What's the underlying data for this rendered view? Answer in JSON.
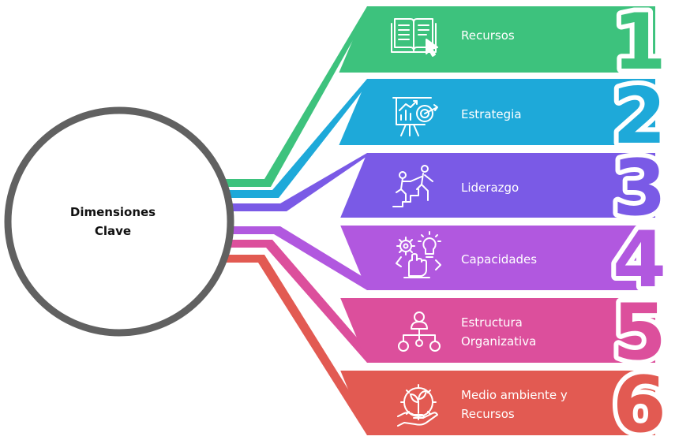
{
  "center": {
    "lines": [
      "Dimensiones",
      "Clave"
    ]
  },
  "items": [
    {
      "number": "1",
      "label_lines": [
        "Recursos"
      ],
      "color": "#3dc27d",
      "icon": "book-cursor-icon"
    },
    {
      "number": "2",
      "label_lines": [
        "Estrategia"
      ],
      "color": "#1ea9d9",
      "icon": "presentation-target-icon"
    },
    {
      "number": "3",
      "label_lines": [
        "Liderazgo"
      ],
      "color": "#7a5ae6",
      "icon": "climbing-people-icon"
    },
    {
      "number": "4",
      "label_lines": [
        "Capacidades"
      ],
      "color": "#b158df",
      "icon": "gear-bulb-hand-icon"
    },
    {
      "number": "5",
      "label_lines": [
        "Estructura",
        "Organizativa"
      ],
      "color": "#dc4f9c",
      "icon": "org-chart-icon"
    },
    {
      "number": "6",
      "label_lines": [
        "Medio ambiente y",
        "Recursos"
      ],
      "color": "#e25a52",
      "icon": "eco-plant-gear-icon"
    }
  ]
}
